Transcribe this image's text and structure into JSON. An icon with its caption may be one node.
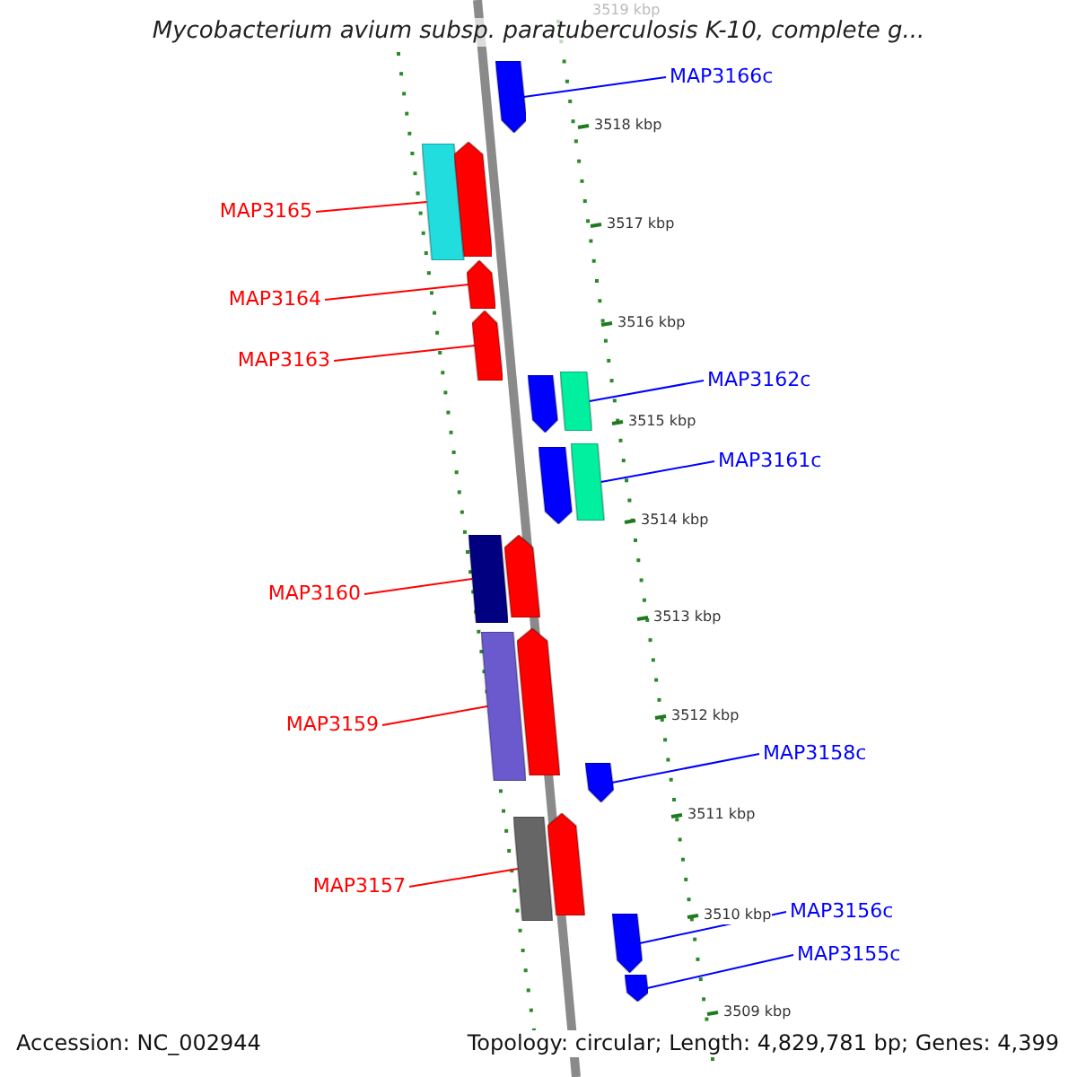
{
  "diagram": {
    "title": "Mycobacterium avium subsp. paratuberculosis K-10, complete g...",
    "nodes": [
      {
        "text": [
          "MAP3166c"
        ]
      },
      {
        "text": [],
        "shape": "pentagon"
      },
      {
        "text": [
          "MAP3165"
        ]
      },
      {
        "text": [],
        "shape": "box"
      },
      {
        "text": [],
        "shape": "pentagon"
      },
      {
        "text": [
          "MAP3164"
        ]
      },
      {
        "text": [],
        "shape": "pentagon"
      },
      {
        "text": [
          "MAP3163"
        ]
      },
      {
        "text": [],
        "shape": "pentagon"
      },
      {
        "text": [
          "MAP3162c"
        ]
      },
      {
        "text": [],
        "shape": "pentagon"
      },
      {
        "text": [],
        "shape": "box"
      },
      {
        "text": [
          "MAP3161c"
        ]
      },
      {
        "text": [],
        "shape": "pentagon"
      },
      {
        "text": [],
        "shape": "box"
      },
      {
        "text": [
          "MAP3160"
        ]
      },
      {
        "text": [],
        "shape": "box"
      },
      {
        "text": [],
        "shape": "pentagon"
      },
      {
        "text": [
          "MAP3159"
        ]
      },
      {
        "text": [],
        "shape": "box"
      },
      {
        "text": [],
        "shape": "pentagon"
      },
      {
        "text": [
          "MAP3158c"
        ]
      },
      {
        "text": [],
        "shape": "pentagon"
      },
      {
        "text": [
          "MAP3157"
        ]
      },
      {
        "text": [],
        "shape": "box"
      },
      {
        "text": [],
        "shape": "pentagon"
      },
      {
        "text": [
          "MAP3156c"
        ]
      },
      {
        "text": [],
        "shape": "pentagon"
      },
      {
        "text": [
          "MAP3155c"
        ]
      },
      {
        "text": [],
        "shape": "pentagon"
      }
    ],
    "edges": [
      {
        "from": 0,
        "to": 1,
        "arrow": "none",
        "color": "#0000ff"
      },
      {
        "from": 2,
        "to": 3,
        "arrow": "none",
        "color": "#ff0000"
      },
      {
        "from": 5,
        "to": 6,
        "arrow": "none",
        "color": "#ff0000"
      },
      {
        "from": 7,
        "to": 8,
        "arrow": "none",
        "color": "#ff0000"
      },
      {
        "from": 9,
        "to": 11,
        "arrow": "none",
        "color": "#0000ff"
      },
      {
        "from": 12,
        "to": 14,
        "arrow": "none",
        "color": "#0000ff"
      },
      {
        "from": 15,
        "to": 16,
        "arrow": "none",
        "color": "#ff0000"
      },
      {
        "from": 18,
        "to": 19,
        "arrow": "none",
        "color": "#ff0000"
      },
      {
        "from": 21,
        "to": 22,
        "arrow": "none",
        "color": "#0000ff"
      },
      {
        "from": 23,
        "to": 24,
        "arrow": "none",
        "color": "#ff0000"
      },
      {
        "from": 26,
        "to": 27,
        "arrow": "none",
        "color": "#0000ff"
      },
      {
        "from": 28,
        "to": 29,
        "arrow": "none",
        "color": "#0000ff"
      }
    ],
    "labels": [
      "3519 kbp",
      "3518 kbp",
      "3517 kbp",
      "3516 kbp",
      "3515 kbp",
      "3514 kbp",
      "3513 kbp",
      "3512 kbp",
      "3511 kbp",
      "3510 kbp",
      "3509 kbp",
      "Accession: NC_002944",
      "Topology: circular; Length: 4,829,781 bp; Genes: 4,399"
    ]
  }
}
